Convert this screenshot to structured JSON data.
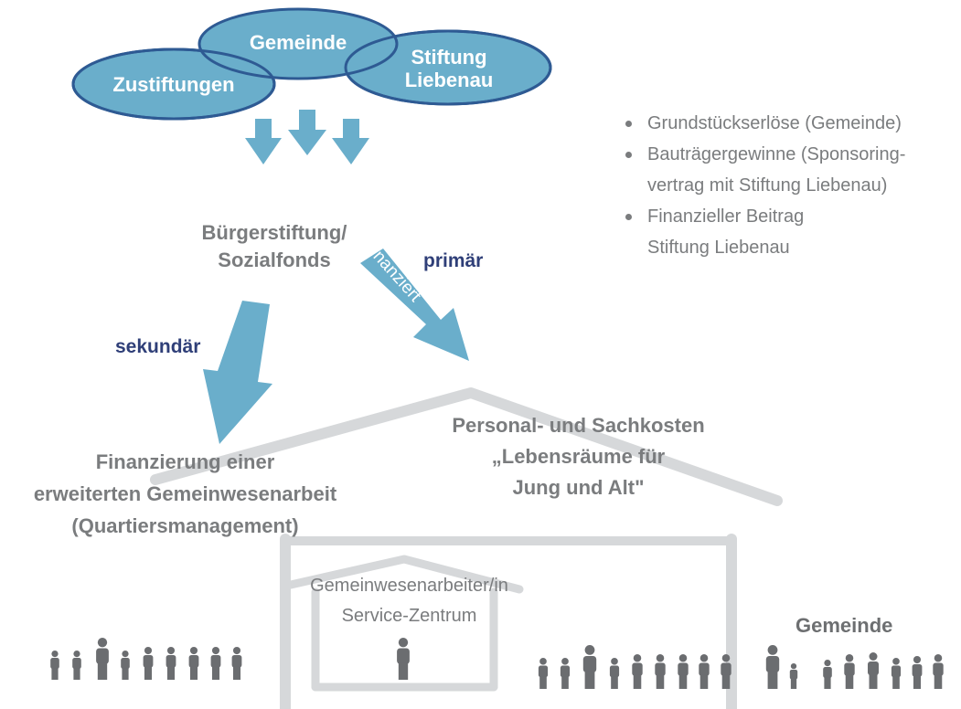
{
  "sources": {
    "left": "Zustiftungen",
    "middle": "Gemeinde",
    "right_line1": "Stiftung",
    "right_line2": "Liebenau"
  },
  "bullets": [
    {
      "line1": "Grundstückserlöse (Gemeinde)",
      "line2": ""
    },
    {
      "line1": "Bauträgergewinne (Sponsoring-",
      "line2": "vertrag mit Stiftung Liebenau)"
    },
    {
      "line1": "Finanzieller Beitrag",
      "line2": "Stiftung Liebenau"
    }
  ],
  "foundation": {
    "line1": "Bürgerstiftung/",
    "line2": "Sozialfonds"
  },
  "arrow_labels": {
    "primary": "primär",
    "secondary": "sekundär",
    "funds": "finanziert"
  },
  "community_work": {
    "line1": "Finanzierung einer",
    "line2": "erweiterten Gemeinwesenarbeit",
    "line3": "(Quartiersmanagement)"
  },
  "costs": {
    "line1": "Personal- und Sachkosten",
    "line2": "„Lebensräume für",
    "line3": "Jung und Alt\""
  },
  "service": {
    "line1": "Gemeinwesenarbeiter/in",
    "line2": "Service-Zentrum"
  },
  "community_label": "Gemeinde",
  "colors": {
    "ellipse_fill": "#6aaecb",
    "ellipse_stroke": "#2e5a93",
    "arrow": "#6aaecb",
    "house": "#d6d8da",
    "people": "#6b6d70",
    "navy": "#2f3f78"
  }
}
